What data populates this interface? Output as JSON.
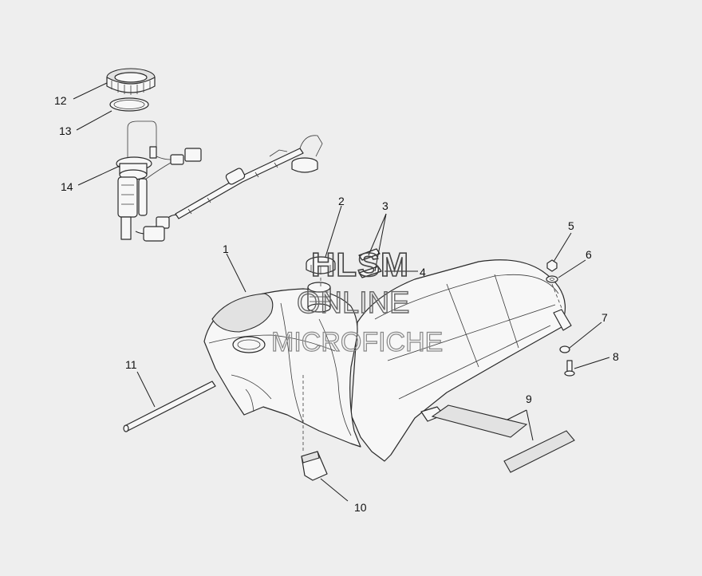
{
  "callouts": {
    "c1": "1",
    "c2": "2",
    "c3": "3",
    "c4": "4",
    "c5": "5",
    "c6": "6",
    "c7": "7",
    "c8": "8",
    "c9": "9",
    "c10": "10",
    "c11": "11",
    "c12": "12",
    "c13": "13",
    "c14": "14"
  },
  "watermark": {
    "line1": "HLSM",
    "line2": "ONLINE",
    "line3": "MICROFICHE"
  }
}
